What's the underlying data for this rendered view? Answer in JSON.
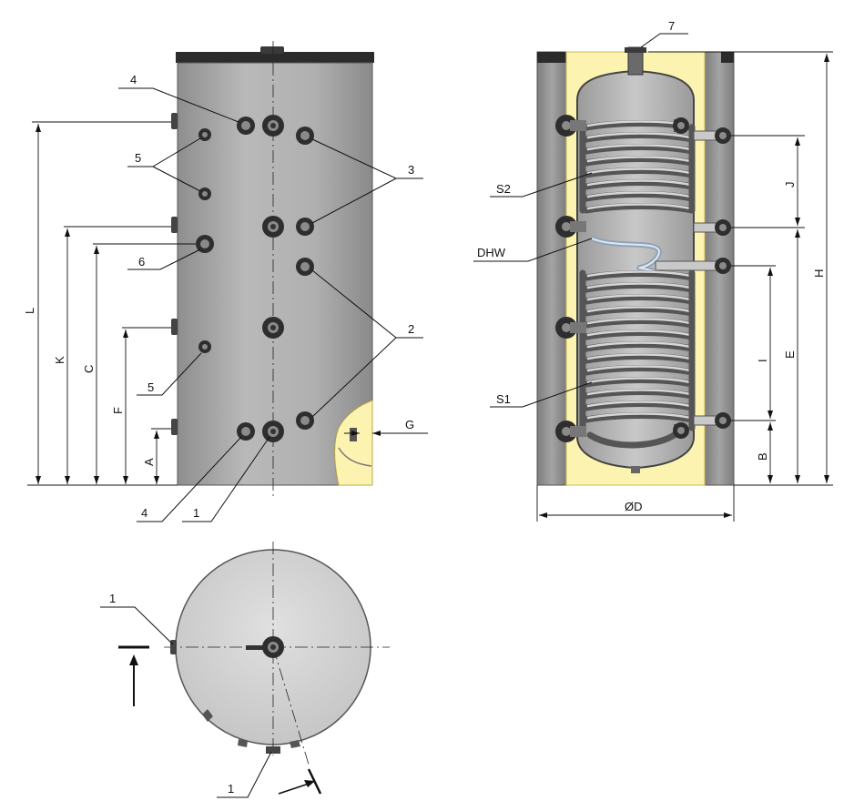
{
  "labels": {
    "l1": "1",
    "l2": "2",
    "l3": "3",
    "l4": "4",
    "l5": "5",
    "l6": "6",
    "l7": "7",
    "s1": "S1",
    "s2": "S2",
    "dhw": "DHW"
  },
  "dimensions": {
    "A": "A",
    "B": "B",
    "C": "C",
    "D": "ØD",
    "E": "E",
    "F": "F",
    "G": "G",
    "H": "H",
    "I": "I",
    "J": "J",
    "K": "K",
    "L": "L"
  },
  "colors": {
    "tank_shell": "#a9a9a9",
    "insulation": "#fdf3b0",
    "insulation_edge": "#d9c96a",
    "cap": "#2b2b2b",
    "top_view_fill": "#d9d9d9"
  }
}
